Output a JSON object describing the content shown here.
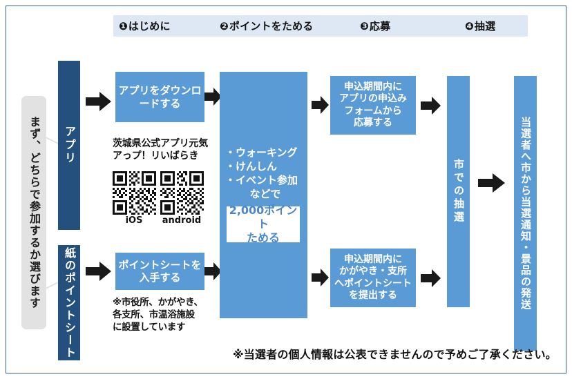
{
  "colors": {
    "navy": "#23507C",
    "blue": "#5B9BD5",
    "header_band": "#DEE8F5",
    "gray": "#E2E2E2",
    "frame_border": "#2E5E8E",
    "inset_text": "#4A86C8"
  },
  "header": {
    "steps": [
      {
        "num": "❶",
        "label": "はじめに"
      },
      {
        "num": "❷",
        "label": "ポイントをためる"
      },
      {
        "num": "❸",
        "label": "応募"
      },
      {
        "num": "❹",
        "label": "抽選"
      }
    ]
  },
  "intro": {
    "callout": "まず、どちらで参加するか選びます"
  },
  "tracks": {
    "app_label": "アプリ",
    "sheet_label": "紙のポイントシート"
  },
  "step1": {
    "download_box": "アプリをダウンロードする",
    "app_name_line1": "茨城県公式アプリ元気",
    "app_name_line2": "アっプ！リいばらき",
    "qr_ios_label": "iOS",
    "qr_android_label": "android",
    "sheet_box": "ポイントシートを入手する",
    "sheet_note_line1": "※市役所、かがやき、",
    "sheet_note_line2": "各支所、市温浴施設",
    "sheet_note_line3": "に設置しています"
  },
  "step2": {
    "item1": "・ウォーキング",
    "item2": "・けんしん",
    "item3": "・イベント参加",
    "item4": "などで",
    "inset_line1": "2,000ポイント",
    "inset_line2": "ためる"
  },
  "step3": {
    "app_apply": "申込期間内にアプリの申込みフォームから応募する",
    "app_apply_lines": [
      "申込期間内に",
      "アプリの申込み",
      "フォームから",
      "応募する"
    ],
    "sheet_submit_lines": [
      "申込期間内に",
      "かがやき・支所",
      "へポイントシート",
      "を提出する"
    ]
  },
  "step4": {
    "lottery": "市での抽選",
    "result": "当選者へ市から当選通知・景品の発送"
  },
  "footer": {
    "note": "※当選者の個人情報は公表できませんので予めご了承ください。"
  }
}
